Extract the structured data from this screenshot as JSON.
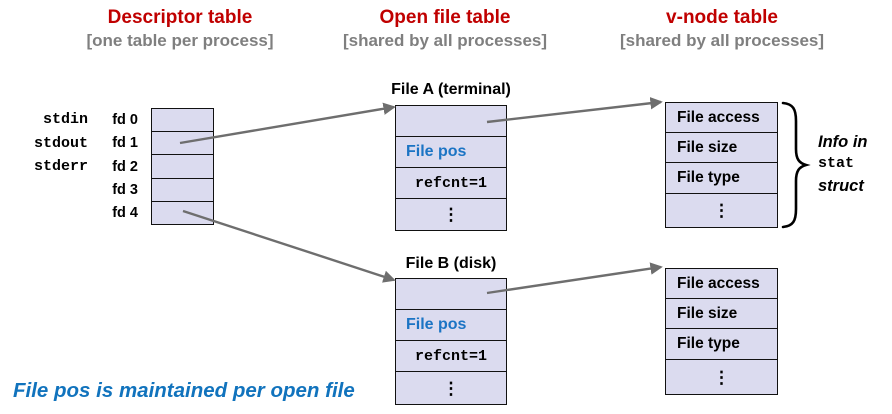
{
  "columns": [
    {
      "title": "Descriptor table",
      "subtitle": "[one table per process]"
    },
    {
      "title": "Open file table",
      "subtitle": "[shared by all processes]"
    },
    {
      "title": "v-node table",
      "subtitle": "[shared by all processes]"
    }
  ],
  "descriptor_table": {
    "rows": [
      {
        "stream": "stdin",
        "fd": "fd 0"
      },
      {
        "stream": "stdout",
        "fd": "fd 1"
      },
      {
        "stream": "stderr",
        "fd": "fd 2"
      },
      {
        "stream": "",
        "fd": "fd 3"
      },
      {
        "stream": "",
        "fd": "fd 4"
      }
    ]
  },
  "open_file_tables": [
    {
      "title": "File A (terminal)",
      "rows": [
        "",
        "File pos",
        "refcnt=1",
        "⋮"
      ]
    },
    {
      "title": "File B (disk)",
      "rows": [
        "",
        "File pos",
        "refcnt=1",
        "⋮"
      ]
    }
  ],
  "vnode_tables": [
    {
      "rows": [
        "File access",
        "File size",
        "File type",
        "⋮"
      ]
    },
    {
      "rows": [
        "File access",
        "File size",
        "File type",
        "⋮"
      ]
    }
  ],
  "annotation": {
    "line1": "Info in",
    "line2": "stat",
    "line3": "struct"
  },
  "footnote": "File pos is maintained per open file",
  "colors": {
    "heading_red": "#C00000",
    "subtitle_gray": "#7F7F7F",
    "cell_fill": "#DBDBEF",
    "accent_blue": "#1B74C4",
    "footnote_blue": "#1173BD",
    "arrow_gray": "#6E6E6E"
  }
}
